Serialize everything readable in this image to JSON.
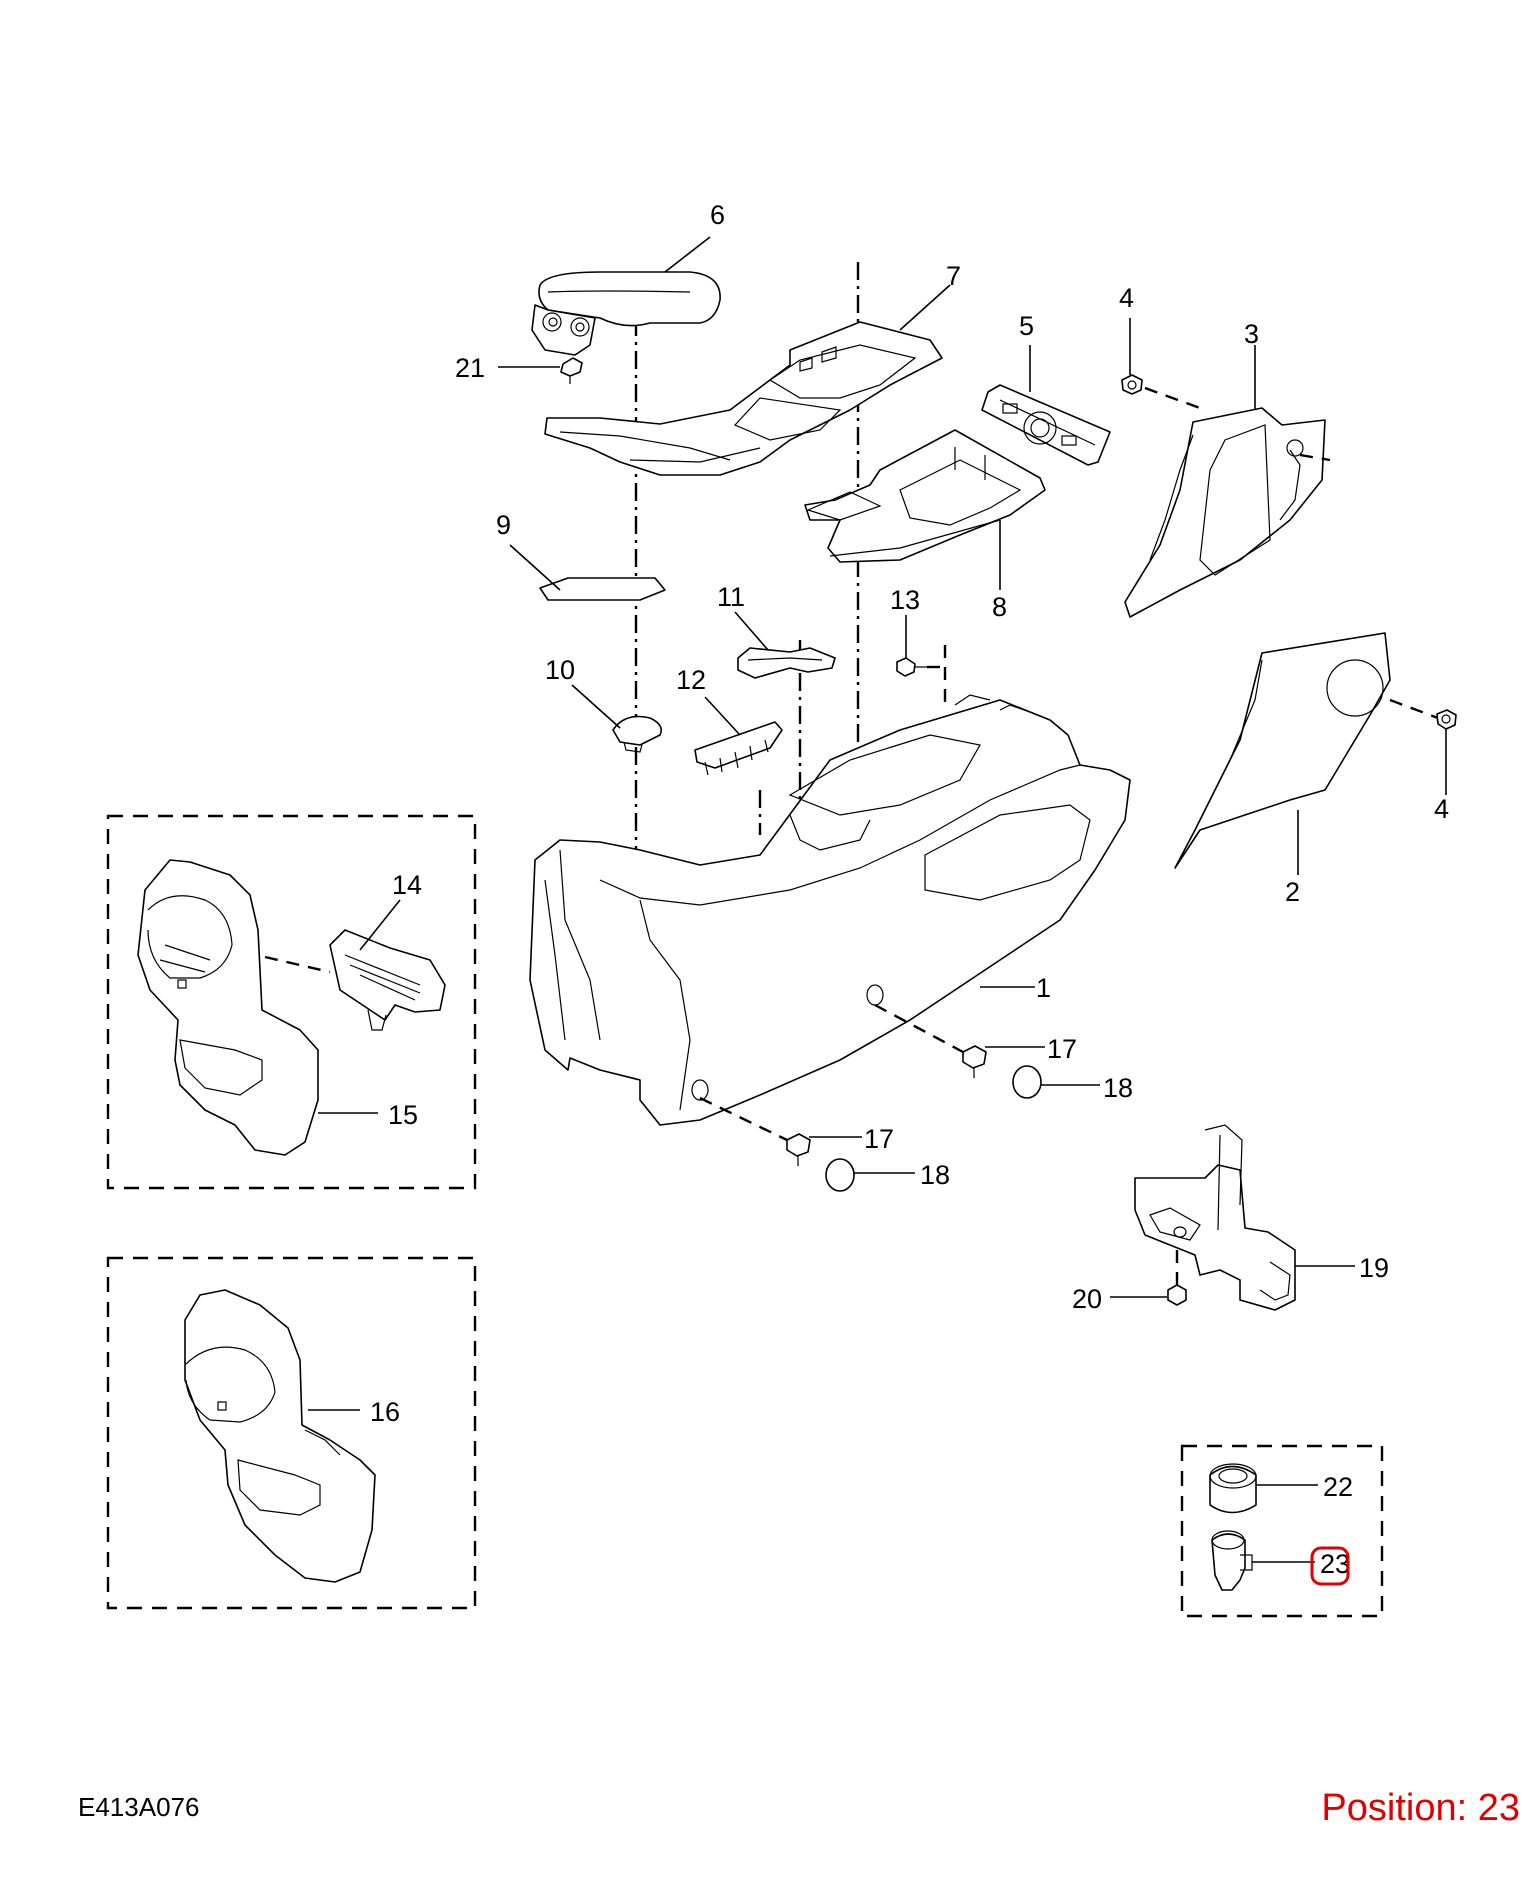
{
  "diagram": {
    "callouts": [
      "1",
      "2",
      "3",
      "4",
      "4",
      "5",
      "6",
      "7",
      "8",
      "9",
      "10",
      "11",
      "12",
      "13",
      "14",
      "15",
      "16",
      "17",
      "17",
      "18",
      "18",
      "19",
      "20",
      "21",
      "22",
      "23"
    ],
    "drawing_code": "E413A076",
    "position_label": "Position: 23",
    "highlighted_callout": "23",
    "colors": {
      "line": "#000000",
      "highlight": "#e00000",
      "background": "#ffffff"
    }
  }
}
